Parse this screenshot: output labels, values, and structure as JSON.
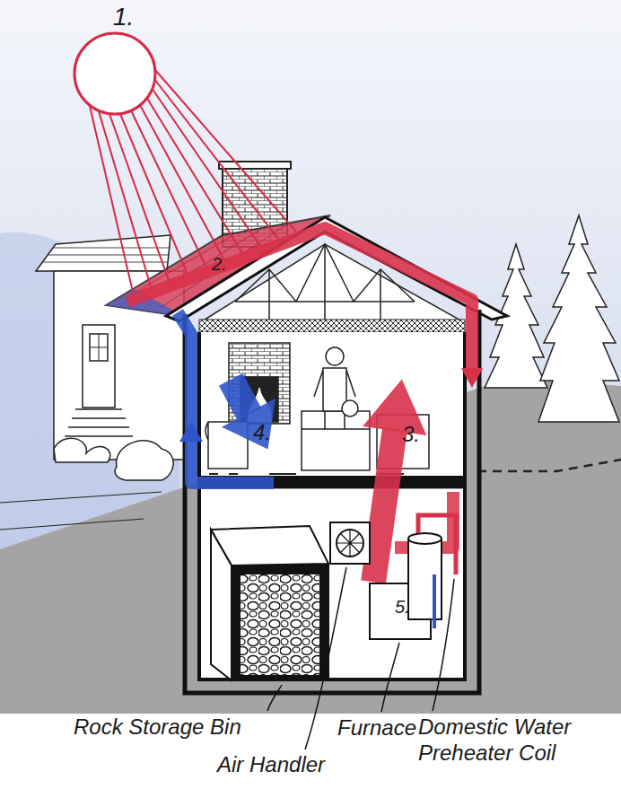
{
  "diagram": {
    "labels": [
      "1.",
      "2.",
      "3.",
      "4.",
      "5.",
      "Rock Storage Bin",
      "Air Handler",
      "Furnace",
      "Domestic Water Preheater Coil"
    ]
  }
}
